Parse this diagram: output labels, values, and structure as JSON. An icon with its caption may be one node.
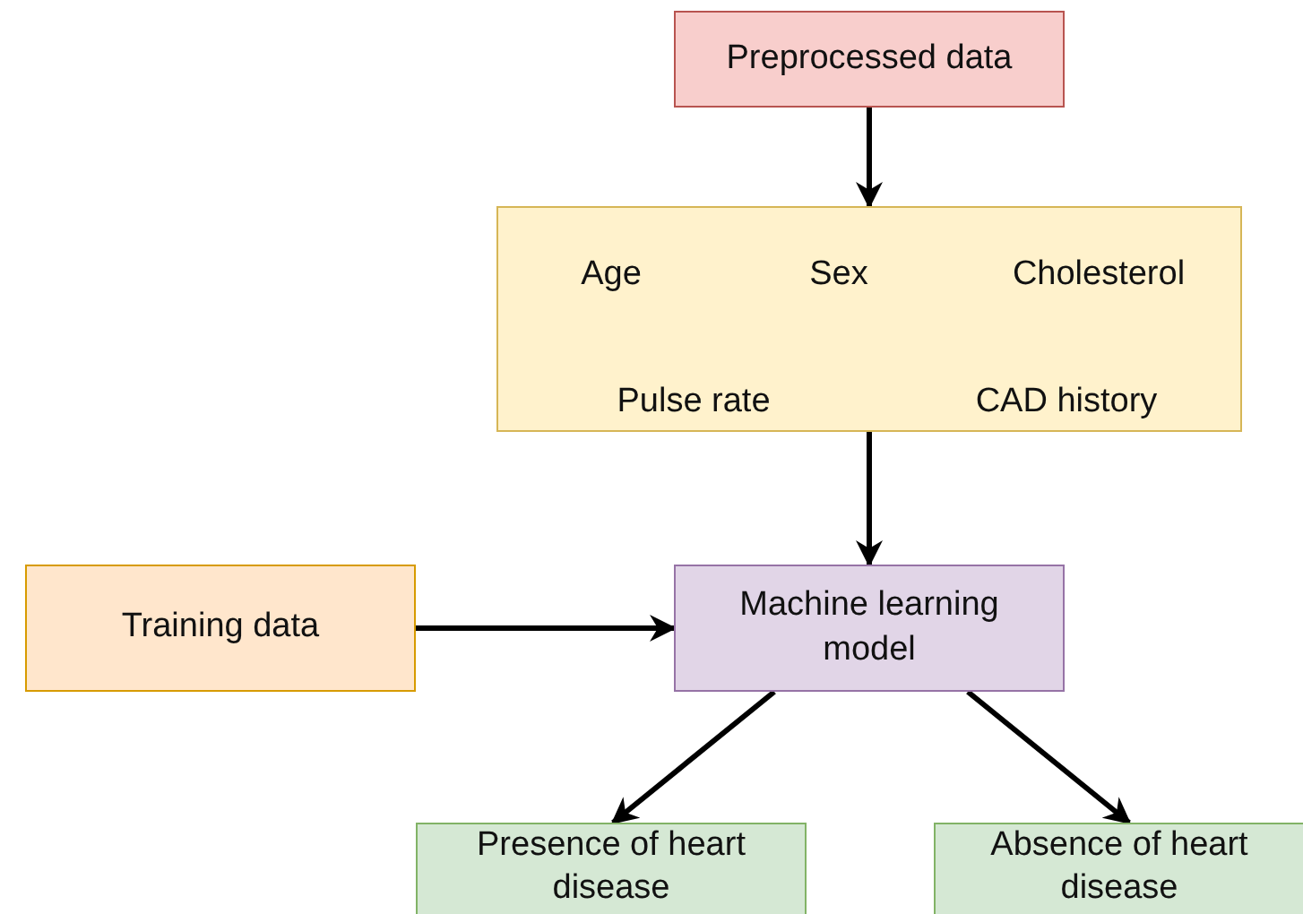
{
  "diagram": {
    "nodes": [
      {
        "text": [
          "Preprocessed data"
        ]
      },
      {
        "text": [
          "Age",
          "Sex",
          "Cholesterol",
          "Pulse rate",
          "CAD history"
        ]
      },
      {
        "text": [
          "Training data"
        ]
      },
      {
        "text": [
          "Machine learning model"
        ]
      },
      {
        "text": [
          "Presence of heart disease"
        ]
      },
      {
        "text": [
          "Absence of heart disease"
        ]
      }
    ],
    "edges": [
      {
        "from": 0,
        "to": 1,
        "arrow": "to"
      },
      {
        "from": 1,
        "to": 3,
        "arrow": "to"
      },
      {
        "from": 2,
        "to": 3,
        "arrow": "to"
      },
      {
        "from": 3,
        "to": 4,
        "arrow": "to"
      },
      {
        "from": 3,
        "to": 5,
        "arrow": "to"
      }
    ]
  }
}
